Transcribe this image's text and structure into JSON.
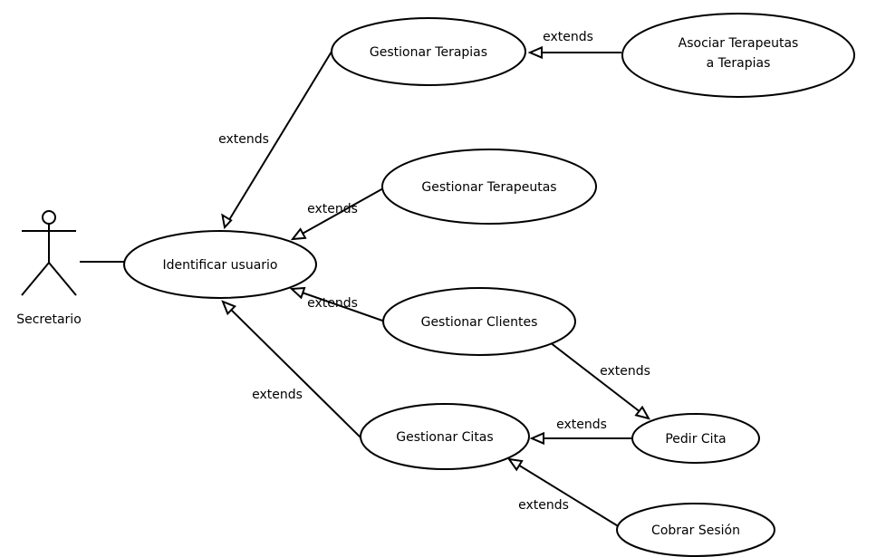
{
  "actor": {
    "name": "Secretario"
  },
  "use_cases": {
    "identificar": "Identificar usuario",
    "terapias": "Gestionar Terapias",
    "asociar_1": "Asociar Terapeutas",
    "asociar_2": "a Terapias",
    "terapeutas": "Gestionar Terapeutas",
    "clientes": "Gestionar Clientes",
    "citas": "Gestionar Citas",
    "pedir": "Pedir Cita",
    "cobrar": "Cobrar Sesión"
  },
  "relations": {
    "terapias_identificar": "extends",
    "asociar_terapias": "extends",
    "terapeutas_identificar": "extends",
    "clientes_identificar": "extends",
    "citas_identificar": "extends",
    "clientes_pedir": "extends",
    "pedir_citas": "extends",
    "cobrar_citas": "extends"
  }
}
